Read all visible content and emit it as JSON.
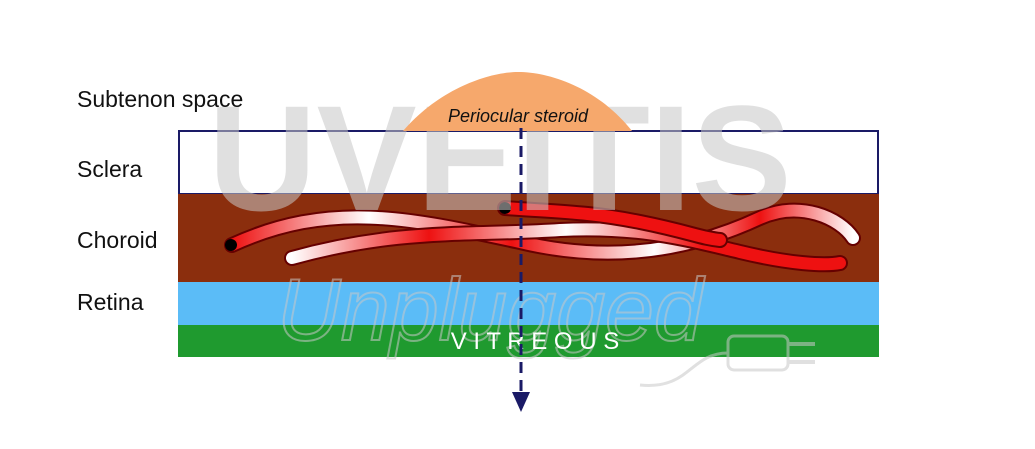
{
  "labels": {
    "subtenon": "Subtenon space",
    "sclera": "Sclera",
    "choroid": "Choroid",
    "retina": "Retina",
    "vitreous": "V I T R E O U S",
    "depot": "Periocular steroid"
  },
  "watermark": {
    "main": "UVEITIS",
    "script": "Unplugged",
    "plug_icon": "plug-icon"
  },
  "colors": {
    "sclera_outline": "#1a1a66",
    "choroid": "#8b2e0d",
    "retina": "#5bbcf7",
    "vitreous": "#1f9a2f",
    "depot": "#f6a86c",
    "vessel_red": "#ee1111",
    "vessel_light": "#ffffff",
    "arrow": "#1a1a66",
    "watermark": "#c8c8c8"
  },
  "icons": [
    "arrow-down-icon",
    "plug-icon"
  ]
}
